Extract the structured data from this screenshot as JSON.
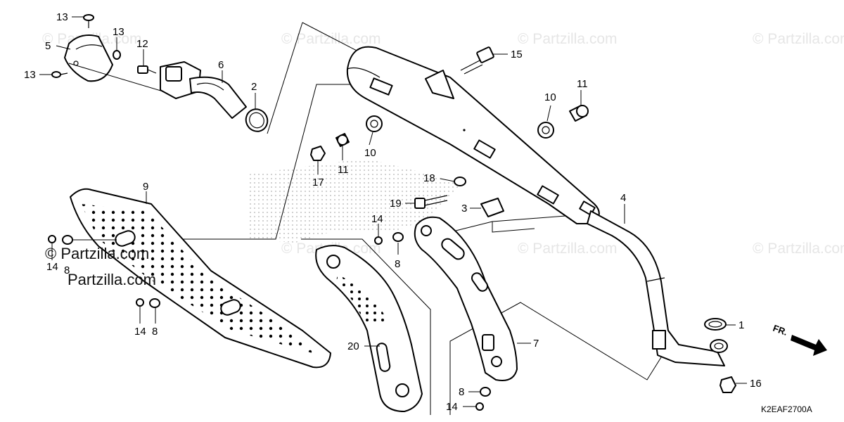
{
  "watermark": "© Partzilla.com",
  "logo_text": "© Partzilla.com",
  "diagram_code": "K2EAF2700A",
  "direction_label": "FR.",
  "callouts": {
    "c13a": "13",
    "c13b": "13",
    "c13c": "13",
    "c5": "5",
    "c12": "12",
    "c6": "6",
    "c2": "2",
    "c15": "15",
    "c10a": "10",
    "c10b": "10",
    "c11a": "11",
    "c11b": "11",
    "c17": "17",
    "c18": "18",
    "c19": "19",
    "c3": "3",
    "c4": "4",
    "c9": "9",
    "c14a": "14",
    "c8a": "8",
    "c14b": "14",
    "c8b": "8",
    "c14c": "14",
    "c8c": "8",
    "c20": "20",
    "c7": "7",
    "c8d": "8",
    "c14d": "14",
    "c1": "1",
    "c16": "16"
  }
}
